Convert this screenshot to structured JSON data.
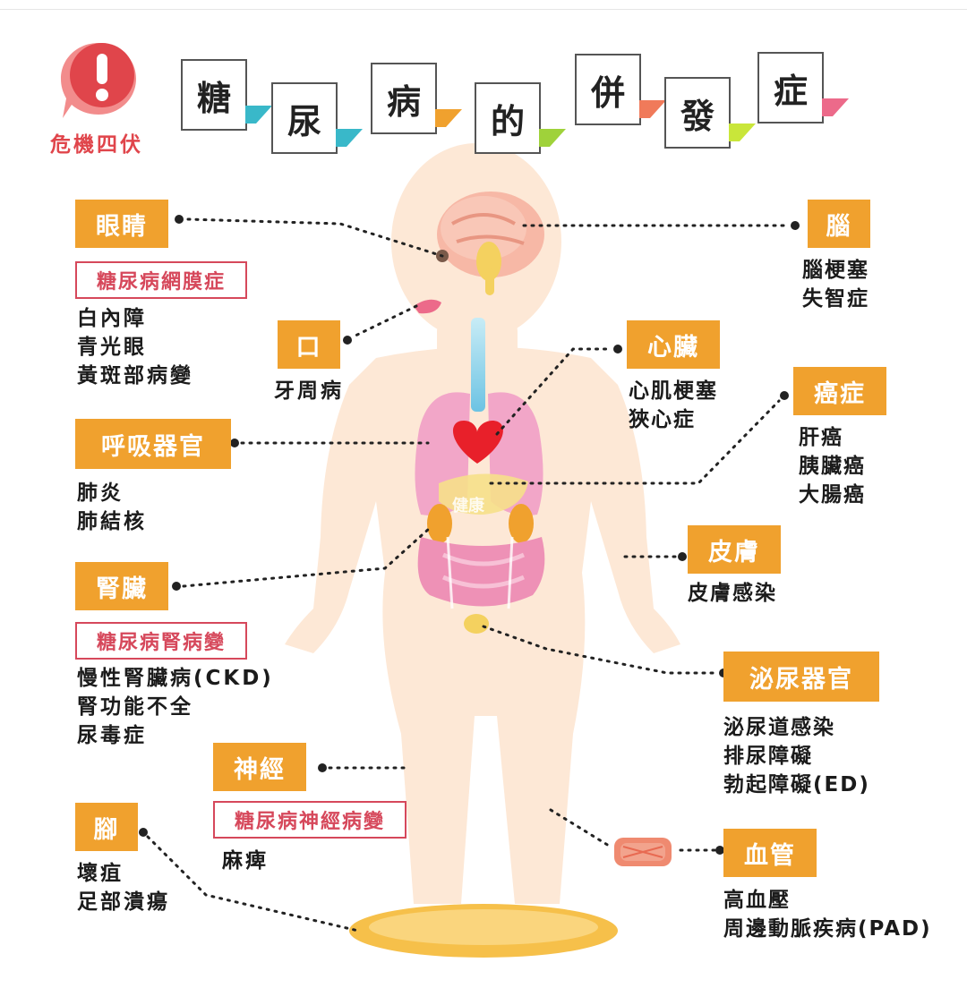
{
  "header": {
    "badge_label": "危機四伏",
    "title_chars": [
      "糖",
      "尿",
      "病",
      "的",
      "併",
      "發",
      "症"
    ],
    "flag_colors": [
      "#39b8c9",
      "#39b8c9",
      "#f0a12e",
      "#9fd23a",
      "#f07a5a",
      "#c9e63a",
      "#ec6a8a"
    ]
  },
  "colors": {
    "tag_bg": "#f0a12e",
    "subtag_border": "#d6485b",
    "badge_red": "#e0454b",
    "body_skin": "#fde8d6",
    "heart": "#e8202a"
  },
  "sections": {
    "eyes": {
      "tag": "眼睛",
      "subtag": "糖尿病網膜症",
      "items": [
        "白內障",
        "青光眼",
        "黃斑部病變"
      ]
    },
    "mouth": {
      "tag": "口",
      "items": [
        "牙周病"
      ]
    },
    "respiratory": {
      "tag": "呼吸器官",
      "items": [
        "肺炎",
        "肺結核"
      ]
    },
    "kidney": {
      "tag": "腎臟",
      "subtag": "糖尿病腎病變",
      "items": [
        "慢性腎臟病(CKD)",
        "腎功能不全",
        "尿毒症"
      ]
    },
    "nerves": {
      "tag": "神經",
      "subtag": "糖尿病神經病變",
      "items": [
        "麻痺"
      ]
    },
    "feet": {
      "tag": "腳",
      "items": [
        "壞疽",
        "足部潰瘍"
      ]
    },
    "brain": {
      "tag": "腦",
      "items": [
        "腦梗塞",
        "失智症"
      ]
    },
    "heart": {
      "tag": "心臟",
      "items": [
        "心肌梗塞",
        "狹心症"
      ]
    },
    "cancer": {
      "tag": "癌症",
      "items": [
        "肝癌",
        "胰臟癌",
        "大腸癌"
      ]
    },
    "skin": {
      "tag": "皮膚",
      "items": [
        "皮膚感染"
      ]
    },
    "urinary": {
      "tag": "泌尿器官",
      "items": [
        "泌尿道感染",
        "排尿障礙",
        "勃起障礙(ED)"
      ]
    },
    "vessels": {
      "tag": "血管",
      "items": [
        "高血壓",
        "周邊動脈疾病(PAD)"
      ]
    }
  },
  "watermark": "健康"
}
